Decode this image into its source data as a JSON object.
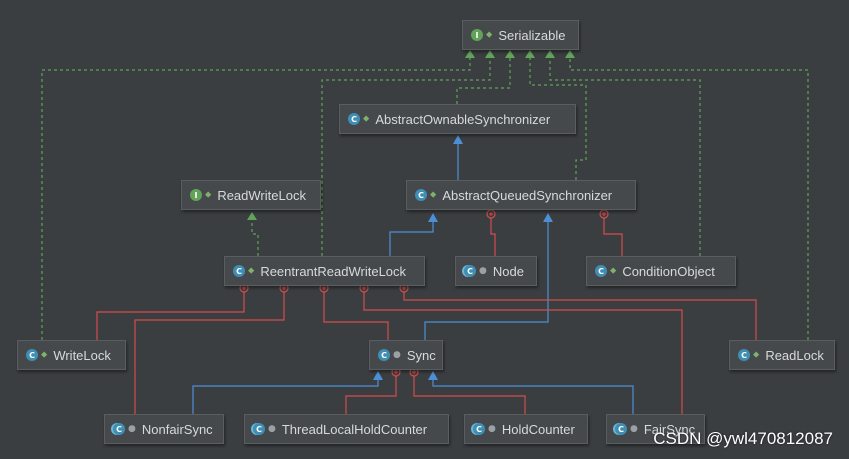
{
  "nodes": {
    "serializable": {
      "label": "Serializable",
      "kind": "I",
      "visibility": "public"
    },
    "aos": {
      "label": "AbstractOwnableSynchronizer",
      "kind": "C",
      "visibility": "public"
    },
    "readwritelock": {
      "label": "ReadWriteLock",
      "kind": "I",
      "visibility": "public"
    },
    "aqs": {
      "label": "AbstractQueuedSynchronizer",
      "kind": "C",
      "visibility": "public"
    },
    "rrwl": {
      "label": "ReentrantReadWriteLock",
      "kind": "C",
      "visibility": "public"
    },
    "node": {
      "label": "Node",
      "kind": "C",
      "visibility": "package"
    },
    "conditionobject": {
      "label": "ConditionObject",
      "kind": "C",
      "visibility": "public"
    },
    "writelock": {
      "label": "WriteLock",
      "kind": "C",
      "visibility": "public"
    },
    "sync": {
      "label": "Sync",
      "kind": "C",
      "visibility": "package"
    },
    "readlock": {
      "label": "ReadLock",
      "kind": "C",
      "visibility": "public"
    },
    "nonfairsync": {
      "label": "NonfairSync",
      "kind": "C",
      "visibility": "package"
    },
    "threadlocalholdcounter": {
      "label": "ThreadLocalHoldCounter",
      "kind": "C",
      "visibility": "package"
    },
    "holdcounter": {
      "label": "HoldCounter",
      "kind": "C",
      "visibility": "package"
    },
    "fairsync": {
      "label": "FairSync",
      "kind": "C",
      "visibility": "package"
    }
  },
  "colors": {
    "implements": "#62a35a",
    "extends": "#4d8fd6",
    "inner": "#d44d4d",
    "background": "#3b3e41"
  },
  "watermark": "CSDN @ywl470812087"
}
